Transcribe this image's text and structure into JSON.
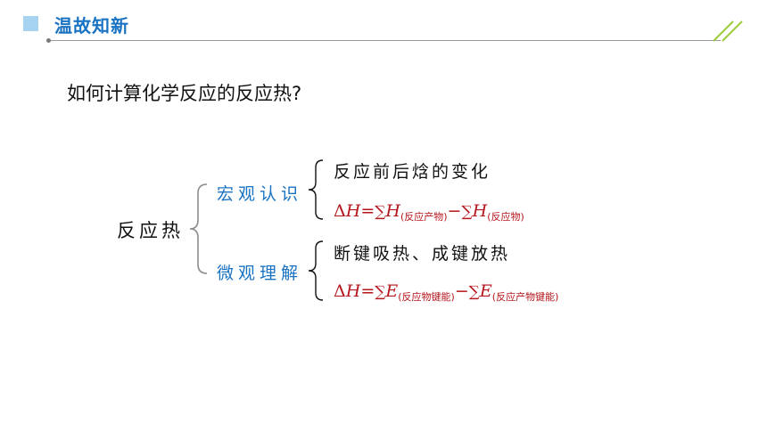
{
  "header": {
    "title": "温故知新"
  },
  "question": "如何计算化学反应的反应热?",
  "root": "反应热",
  "branches": [
    {
      "label": "宏观认识",
      "leaf_text": "反应前后焓的变化",
      "formula": {
        "delta": "Δ",
        "var": "H",
        "eq": "=",
        "sum": "∑",
        "sub1": "(反应产物)",
        "minus": "−",
        "sub2": "(反应物)"
      }
    },
    {
      "label": "微观理解",
      "leaf_text": "断键吸热、成键放热",
      "formula": {
        "delta": "Δ",
        "var": "H",
        "eq": "=",
        "sum": "∑",
        "var2": "E",
        "sub1": "(反应物键能)",
        "minus": "−",
        "sub2": "(反应产物键能)"
      }
    }
  ],
  "colors": {
    "accent": "#1a73c2",
    "formula": "#b5161c",
    "deco_green": "#9ccc3c"
  }
}
